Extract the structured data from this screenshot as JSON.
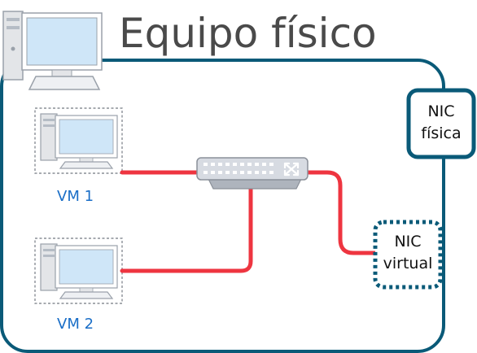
{
  "title": "Equipo físico",
  "vms": [
    {
      "label": "VM 1"
    },
    {
      "label": "VM 2"
    }
  ],
  "nic_physical": {
    "line1": "NIC",
    "line2": "física"
  },
  "nic_virtual": {
    "line1": "NIC",
    "line2": "virtual"
  },
  "colors": {
    "frame": "#0a5a78",
    "link": "#ee3540",
    "vm_label": "#1a6ec7",
    "switch": "#d7dbe2",
    "screen": "#cfe6f8"
  },
  "icons": [
    "desktop-computer-icon",
    "network-switch-icon"
  ]
}
